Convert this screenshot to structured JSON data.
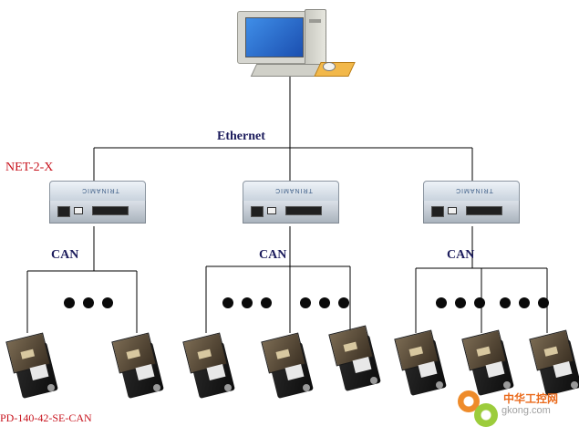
{
  "labels": {
    "ethernet": "Ethernet",
    "gateway": "NET-2-X",
    "can": [
      "CAN",
      "CAN",
      "CAN"
    ],
    "motor_model": "PD-140-42-SE-CAN"
  },
  "modules": [
    {
      "brand": "TRINAMIC"
    },
    {
      "brand": "TRINAMIC"
    },
    {
      "brand": "TRINAMIC"
    }
  ],
  "watermark": {
    "text": "中华工控网",
    "url": "gkong.com"
  },
  "colors": {
    "line": "#000000",
    "bold_label": "#1c1c5c",
    "red_label": "#c8141e",
    "watermark_orange": "#ea6a1c",
    "watermark_green": "#9ccc3c"
  },
  "icons": [
    "pc-icon",
    "gateway-module-icon",
    "stepper-motor-icon",
    "gear-logo-icon"
  ]
}
